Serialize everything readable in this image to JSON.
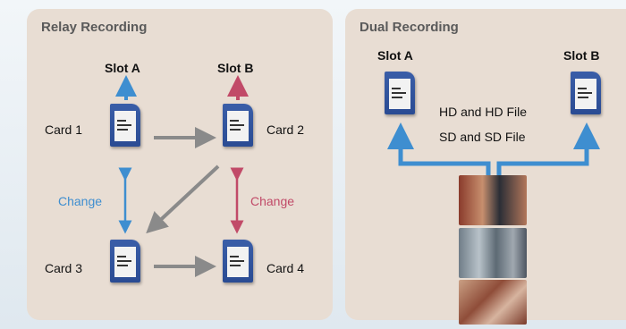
{
  "relay": {
    "title": "Relay Recording",
    "slot_a": "Slot A",
    "slot_b": "Slot B",
    "card1": "Card 1",
    "card2": "Card 2",
    "card3": "Card 3",
    "card4": "Card 4",
    "change_left": "Change",
    "change_right": "Change"
  },
  "dual": {
    "title": "Dual Recording",
    "slot_a": "Slot A",
    "slot_b": "Slot B",
    "line1": "HD and HD File",
    "line2": "SD and SD File"
  },
  "colors": {
    "blue": "#3e8ed0",
    "red": "#c14a68",
    "gray_arrow": "#8a8a8a",
    "panel": "#e8ddd3"
  }
}
